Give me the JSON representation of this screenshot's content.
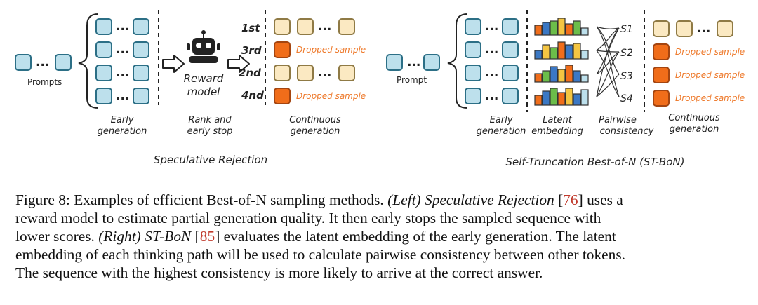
{
  "left_panel": {
    "prompts_label": "Prompts",
    "early_generation_label": [
      "Early",
      "generation"
    ],
    "reward_model_label": [
      "Reward",
      "model"
    ],
    "rank_label": [
      "Rank and",
      "early stop"
    ],
    "continuous_label": [
      "Continuous",
      "generation"
    ],
    "ranks": [
      "1st",
      "3rd",
      "2nd",
      "4nd"
    ],
    "dropped_label": "Dropped sample",
    "title": "Speculative Rejection",
    "dots": "..."
  },
  "right_panel": {
    "prompt_label": "Prompt",
    "early_generation_label": [
      "Early",
      "generation"
    ],
    "latent_label": [
      "Latent",
      "embedding"
    ],
    "pairwise_label": [
      "Pairwise",
      "consistency"
    ],
    "continuous_label": [
      "Continuous",
      "generation"
    ],
    "scores": [
      "S1",
      "S2",
      "S3",
      "S4"
    ],
    "dropped_label": "Dropped sample",
    "title": "Self-Truncation Best-of-N (ST-BoN)",
    "dots": "...",
    "bar_colors": [
      "#f06d1a",
      "#3b78c4",
      "#6bbd4a",
      "#f4c542",
      "#bde0ec"
    ]
  },
  "caption": {
    "label": "Figure 8:",
    "line1_a": "Examples of efficient Best-of-N sampling methods.",
    "line1_left": "(Left) Speculative Rejection",
    "line1_ref_open": "[",
    "line1_ref": "76",
    "line1_ref_close": "]",
    "line1_b": "uses a",
    "line2": "reward model to estimate partial generation quality. It then early stops the sampled sequence with",
    "line3_a": "lower scores.",
    "line3_right": "(Right) ST-BoN",
    "line3_ref_open": "[",
    "line3_ref": "85",
    "line3_ref_close": "]",
    "line3_b": "evaluates the latent embedding of the early generation. The latent",
    "line4": "embedding of each thinking path will be used to calculate pairwise consistency between other tokens.",
    "line5": "The sequence with the highest consistency is more likely to arrive at the correct answer."
  }
}
